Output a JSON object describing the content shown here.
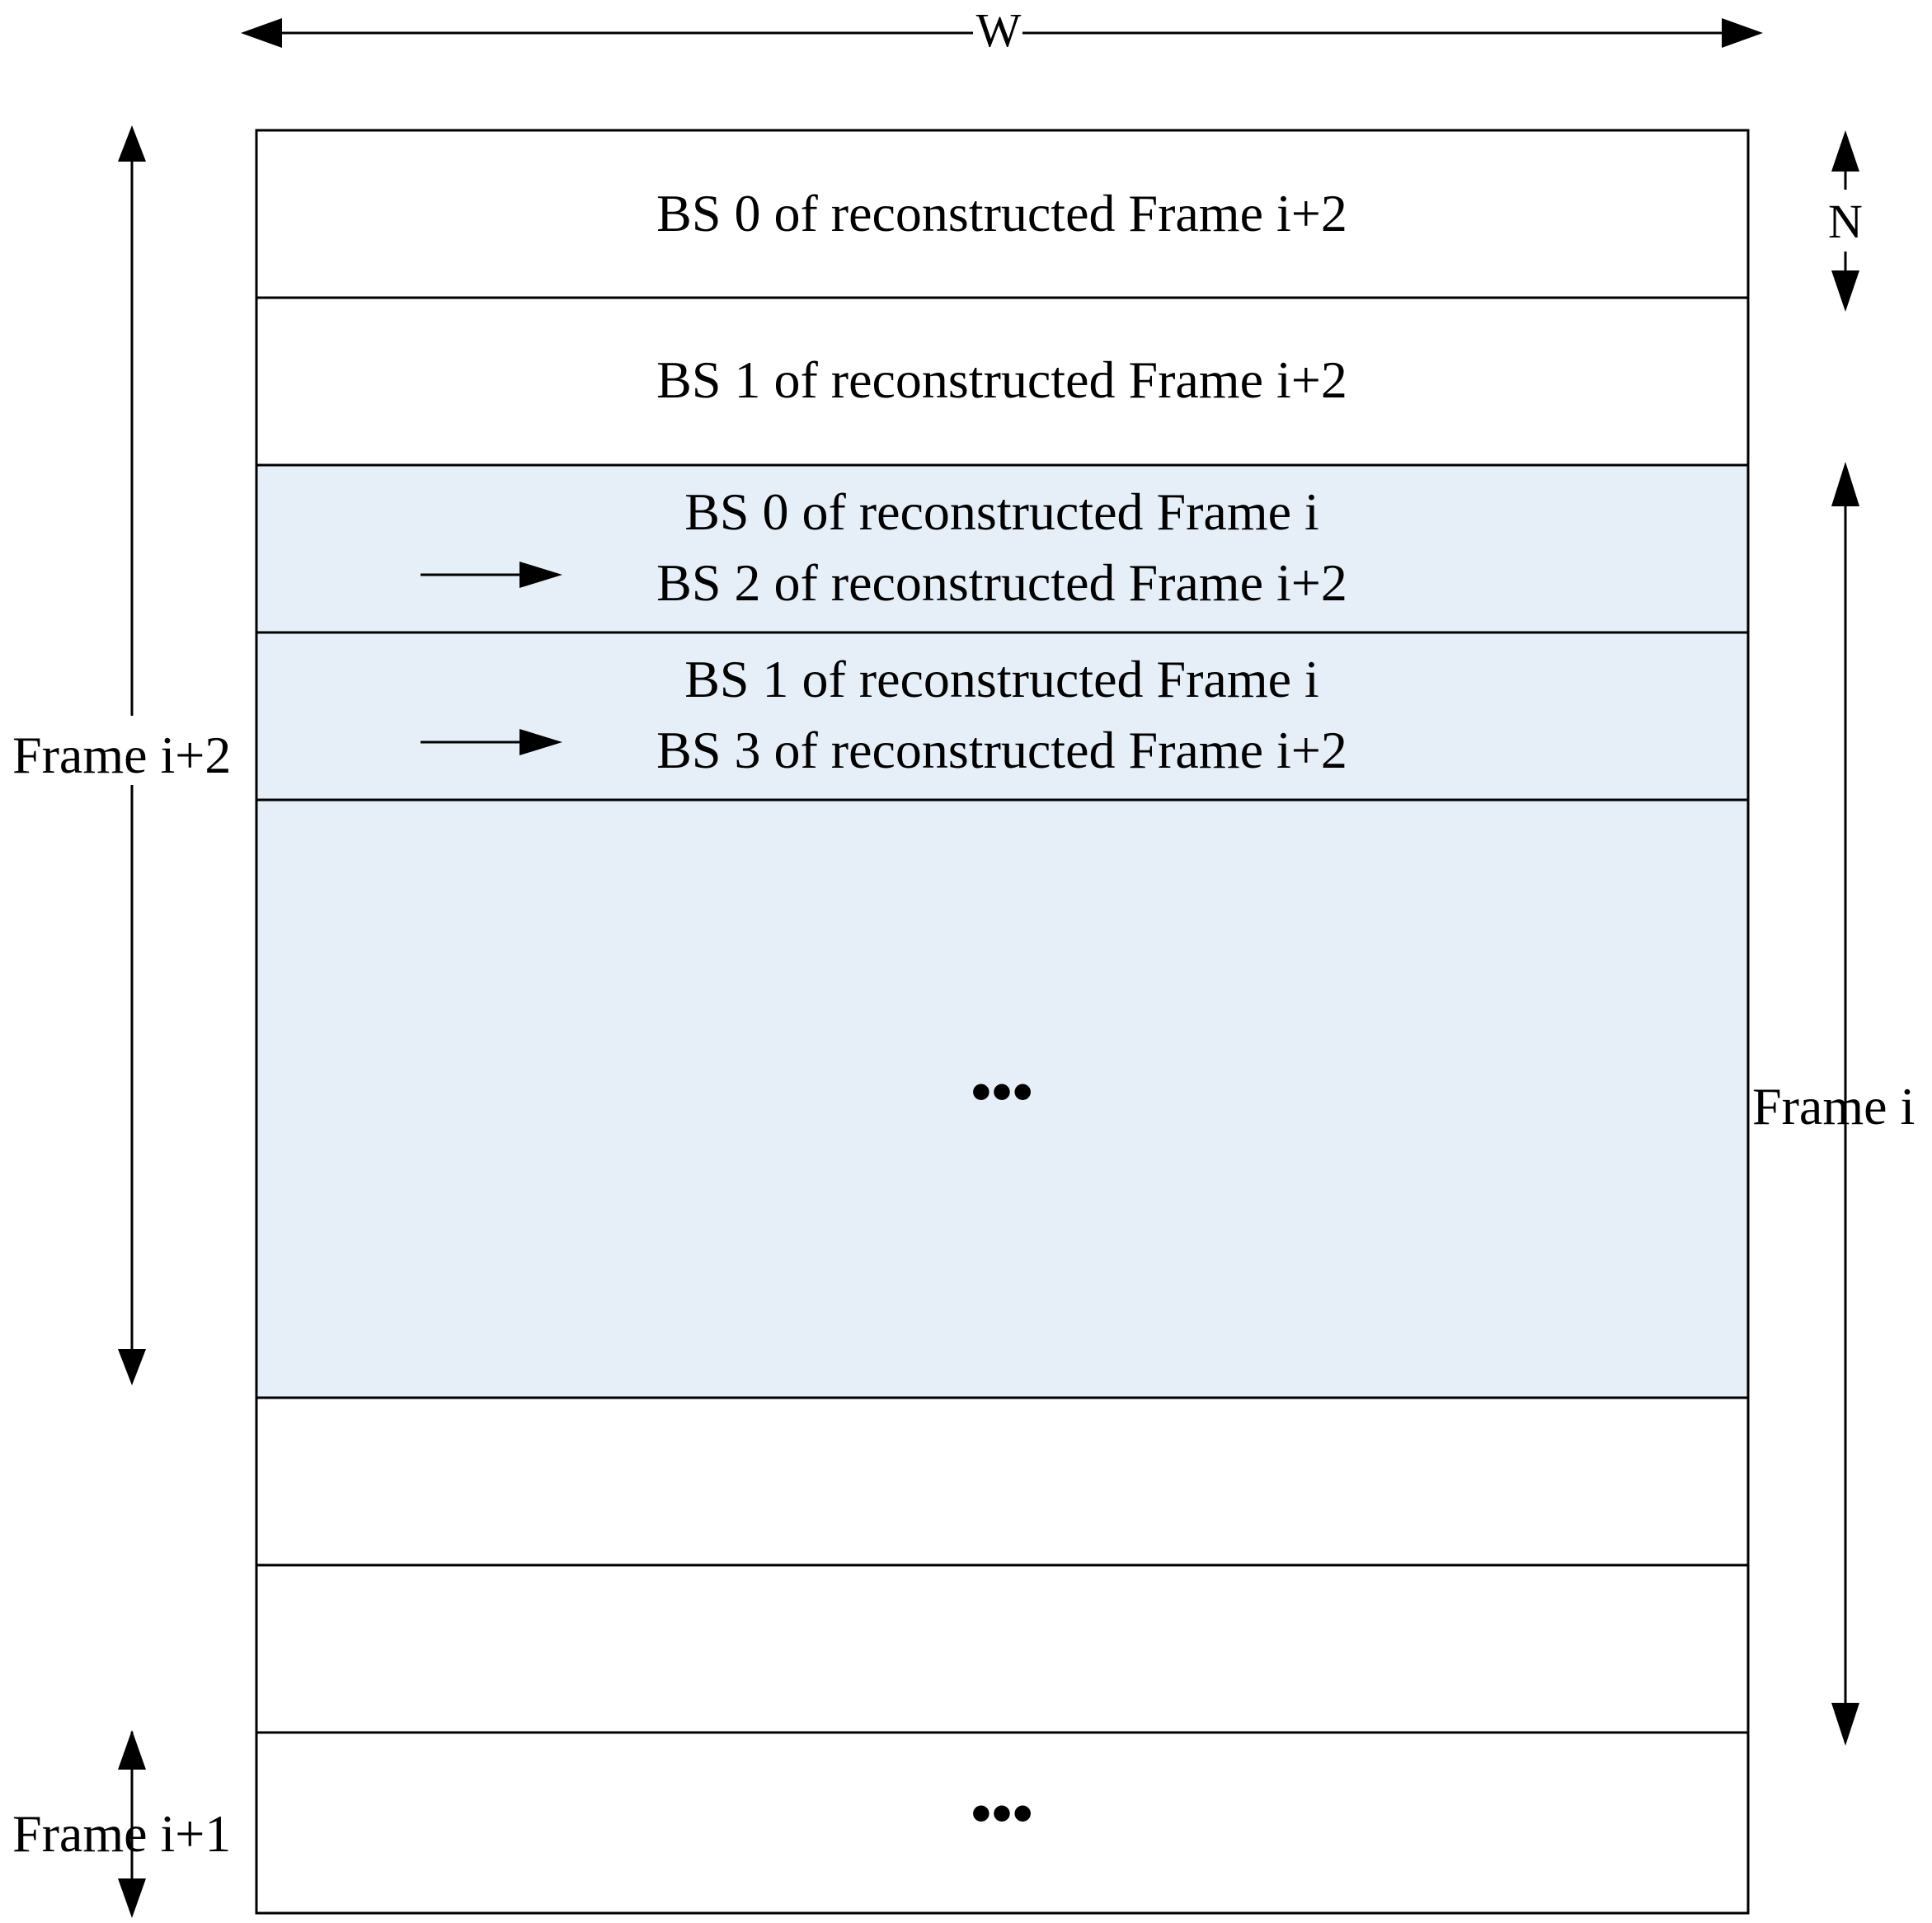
{
  "dimensions": {
    "width_label": "W",
    "height_label": "N"
  },
  "frame_labels": {
    "frame_i_plus_2": "Frame i+2",
    "frame_i": "Frame i",
    "frame_i_plus_1": "Frame i+1"
  },
  "rows": {
    "row0_line1": "BS 0 of reconstructed Frame i+2",
    "row1_line1": "BS 1 of reconstructed Frame i+2",
    "row2_line1": "BS 0 of reconstructed Frame i",
    "row2_line2": "BS 2 of reconstructed Frame i+2",
    "row3_line1": "BS 1 of reconstructed Frame i",
    "row3_line2": "BS 3 of reconstructed Frame i+2",
    "middle_ellipsis": "•••",
    "bottom_ellipsis": "•••"
  },
  "colors": {
    "highlight_fill": "#e6eef7",
    "stroke": "#000000"
  }
}
